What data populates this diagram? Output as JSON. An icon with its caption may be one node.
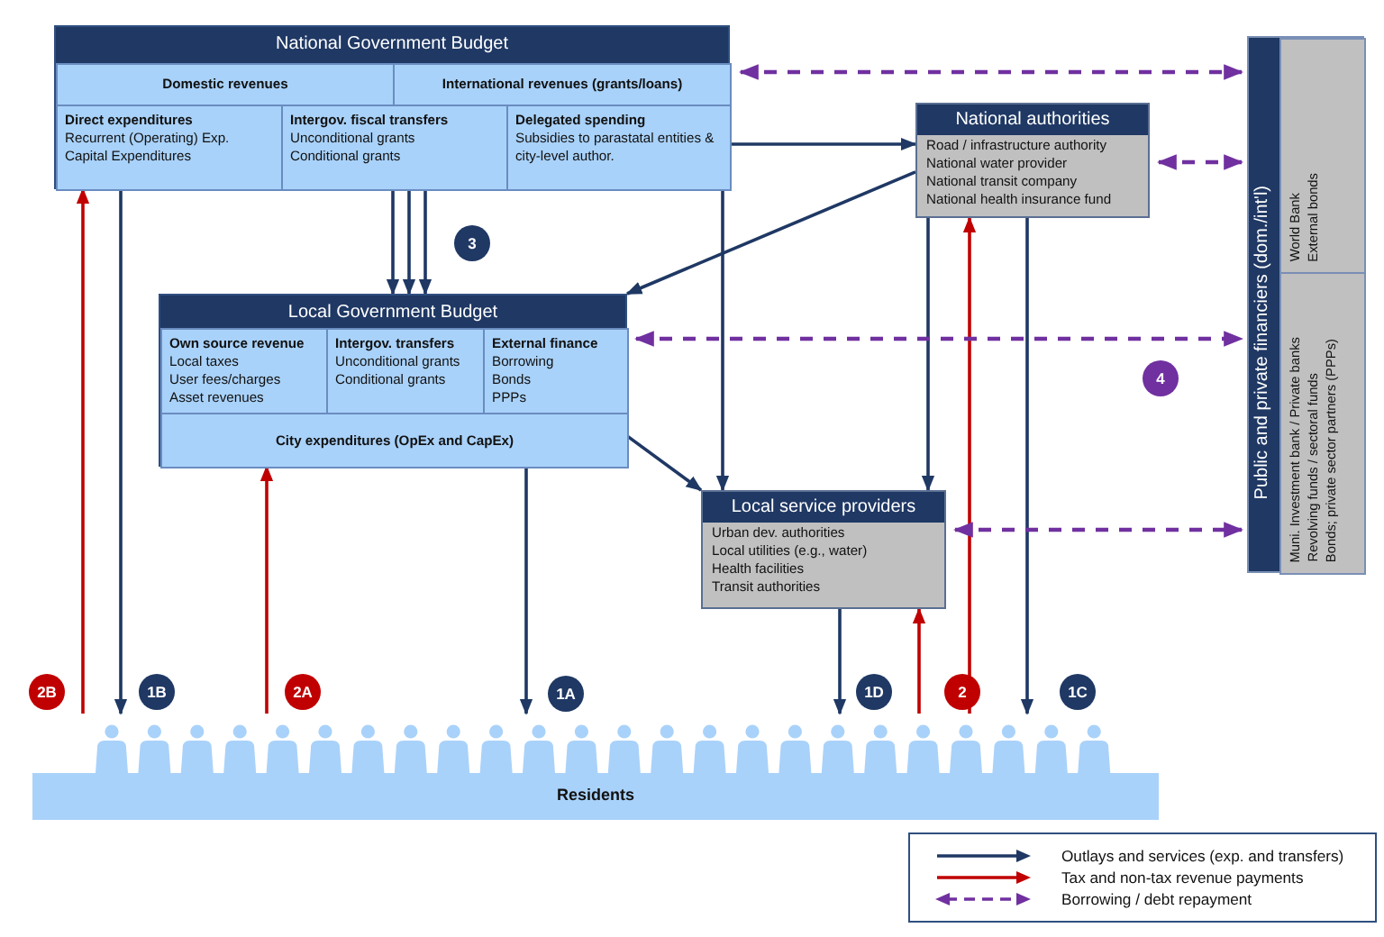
{
  "diagram": {
    "nodes": [
      {
        "text": [
          "National Government Budget"
        ]
      },
      {
        "text": [
          "Domestic revenues"
        ],
        "in": 0
      },
      {
        "text": [
          "International revenues (grants/loans)"
        ],
        "in": 0
      },
      {
        "text": [
          "Direct expenditures",
          "Recurrent (Operating) Exp.",
          "Capital Expenditures"
        ],
        "in": 0
      },
      {
        "text": [
          "Intergov. fiscal transfers",
          "Unconditional grants",
          "Conditional grants"
        ],
        "in": 0
      },
      {
        "text": [
          "Delegated spending",
          "Subsidies to parastatal entities & city-level author."
        ],
        "in": 0
      },
      {
        "text": [
          "Local Government Budget"
        ]
      },
      {
        "text": [
          "Own source revenue",
          "Local taxes",
          "User fees/charges",
          "Asset revenues"
        ],
        "in": 6
      },
      {
        "text": [
          "Intergov. transfers",
          "Unconditional grants",
          "Conditional grants"
        ],
        "in": 6
      },
      {
        "text": [
          "External finance",
          "Borrowing",
          "Bonds",
          "PPPs"
        ],
        "in": 6
      },
      {
        "text": [
          "City expenditures (OpEx and CapEx)"
        ],
        "in": 6
      },
      {
        "text": [
          "National authorities",
          "Road / infrastructure authority",
          "National water provider",
          "National transit company",
          "National health insurance fund"
        ]
      },
      {
        "text": [
          "Local service providers",
          "Urban dev. authorities",
          "Local utilities (e.g., water)",
          "Health facilities",
          "Transit authorities"
        ]
      },
      {
        "text": [
          "Public and private financiers (dom./int'l)"
        ]
      },
      {
        "text": [
          "World Bank",
          "External bonds"
        ],
        "in": 13
      },
      {
        "text": [
          "Muni. Investment bank / Private banks",
          "Revolving funds / sectoral funds",
          "Bonds; private sector partners (PPPs)"
        ],
        "in": 13
      },
      {
        "text": [
          "Residents"
        ]
      }
    ],
    "edges": [
      {
        "from": 3,
        "to": 16,
        "arrow": "to"
      },
      {
        "from": 16,
        "to": 3,
        "arrow": "to",
        "color": "#c00000"
      },
      {
        "from": 4,
        "to": 6,
        "arrow": "to"
      },
      {
        "from": 4,
        "to": 6,
        "arrow": "to"
      },
      {
        "from": 4,
        "to": 6,
        "arrow": "to"
      },
      {
        "from": 5,
        "to": 11,
        "arrow": "to"
      },
      {
        "from": 5,
        "to": 12,
        "arrow": "to"
      },
      {
        "from": 11,
        "to": 6,
        "arrow": "to"
      },
      {
        "from": 11,
        "to": 12,
        "arrow": "to"
      },
      {
        "from": 11,
        "to": 16,
        "arrow": "to"
      },
      {
        "from": 16,
        "to": 11,
        "arrow": "to",
        "color": "#c00000"
      },
      {
        "from": 10,
        "to": 12,
        "arrow": "to"
      },
      {
        "from": 10,
        "to": 16,
        "arrow": "to"
      },
      {
        "from": 16,
        "to": 10,
        "arrow": "to",
        "color": "#c00000"
      },
      {
        "from": 12,
        "to": 16,
        "arrow": "to"
      },
      {
        "from": 16,
        "to": 12,
        "arrow": "to",
        "color": "#c00000"
      },
      {
        "from": 2,
        "to": 13,
        "arrow": "both",
        "style": "dashed",
        "color": "#7030a0"
      },
      {
        "from": 11,
        "to": 13,
        "arrow": "both",
        "style": "dashed",
        "color": "#7030a0"
      },
      {
        "from": 9,
        "to": 13,
        "arrow": "both",
        "style": "dashed",
        "color": "#7030a0"
      },
      {
        "from": 12,
        "to": 13,
        "arrow": "both",
        "style": "dashed",
        "color": "#7030a0"
      }
    ],
    "labels": [
      "3",
      "4",
      "2B",
      "1B",
      "2A",
      "1A",
      "1D",
      "2",
      "1C"
    ],
    "legend": [
      {
        "text": "Outlays and services (exp. and transfers)"
      },
      {
        "text": "Tax and non-tax revenue payments"
      },
      {
        "text": "Borrowing / debt repayment"
      }
    ]
  }
}
